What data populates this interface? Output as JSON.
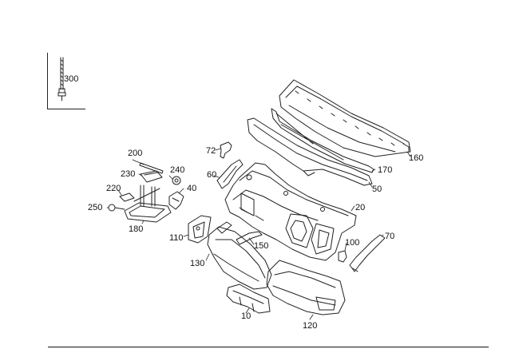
{
  "diagram": {
    "parts": [
      {
        "id": "p300",
        "label": "300"
      },
      {
        "id": "p200",
        "label": "200"
      },
      {
        "id": "p230",
        "label": "230"
      },
      {
        "id": "p240",
        "label": "240"
      },
      {
        "id": "p220",
        "label": "220"
      },
      {
        "id": "p40",
        "label": "40"
      },
      {
        "id": "p250",
        "label": "250"
      },
      {
        "id": "p180",
        "label": "180"
      },
      {
        "id": "p72",
        "label": "72"
      },
      {
        "id": "p60",
        "label": "60"
      },
      {
        "id": "p110",
        "label": "110"
      },
      {
        "id": "p150",
        "label": "150"
      },
      {
        "id": "p130",
        "label": "130"
      },
      {
        "id": "p10",
        "label": "10"
      },
      {
        "id": "p120",
        "label": "120"
      },
      {
        "id": "p160",
        "label": "160"
      },
      {
        "id": "p170",
        "label": "170"
      },
      {
        "id": "p50",
        "label": "50"
      },
      {
        "id": "p20",
        "label": "20"
      },
      {
        "id": "p100",
        "label": "100"
      },
      {
        "id": "p70",
        "label": "70"
      }
    ]
  }
}
